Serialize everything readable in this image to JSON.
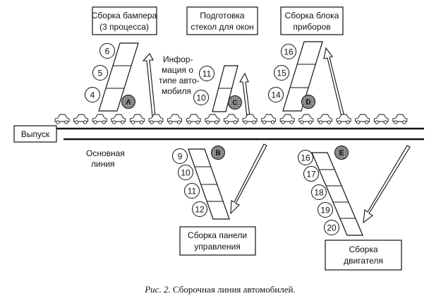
{
  "boxes": {
    "bumper": [
      "Сборка бампера",
      "(3 процесса)"
    ],
    "glass": [
      "Подготовка",
      "стекол для окон"
    ],
    "instruments": [
      "Сборка блока",
      "приборов"
    ],
    "exit": [
      "Выпуск"
    ],
    "panel": [
      "Сборка панели",
      "управления"
    ],
    "engine": [
      "Сборка",
      "двигателя"
    ]
  },
  "info_label": [
    "Инфор-",
    "мация о",
    "типе авто-",
    "мобиля"
  ],
  "main_line_label": [
    "Основная",
    "линия"
  ],
  "stations": [
    {
      "letter": "A",
      "steps": [
        "6",
        "5",
        "4"
      ]
    },
    {
      "letter": "C",
      "steps": [
        "11",
        "10"
      ]
    },
    {
      "letter": "D",
      "steps": [
        "16",
        "15",
        "14"
      ]
    },
    {
      "letter": "B",
      "steps": [
        "9",
        "10",
        "11",
        "12"
      ]
    },
    {
      "letter": "E",
      "steps": [
        "16",
        "17",
        "18",
        "19",
        "20"
      ]
    }
  ],
  "caption": {
    "prefix": "Рис. 2.",
    "text": " Сборочная линия автомобилей."
  },
  "car_count": 19
}
